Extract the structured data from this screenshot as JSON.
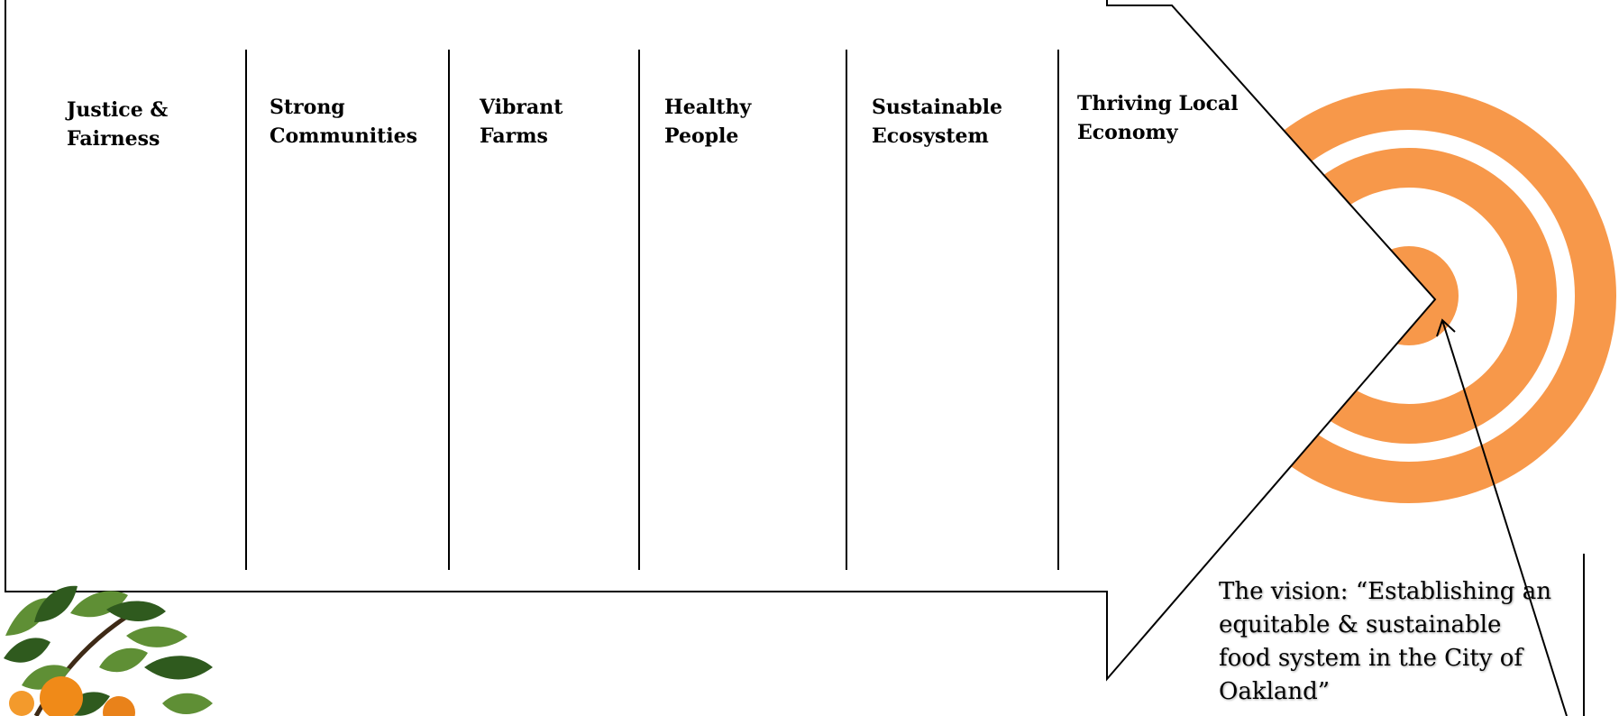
{
  "headings": [
    "Justice & Fairness",
    "Strong Communities",
    "Vibrant Farms",
    "Healthy People",
    "Sustainable Ecosystem",
    "Thriving Local Economy"
  ],
  "vision": "The vision: “Establishing an equitable & sustainable food system in the City of Oakland”",
  "colors": {
    "target": "#f7984a",
    "outline": "#000000",
    "leaf_dark": "#2f5a1e",
    "leaf_light": "#5f8f35",
    "fruit": "#f08a18"
  },
  "icons": {
    "target": "concentric-target-icon",
    "plant": "citrus-branch-icon"
  }
}
